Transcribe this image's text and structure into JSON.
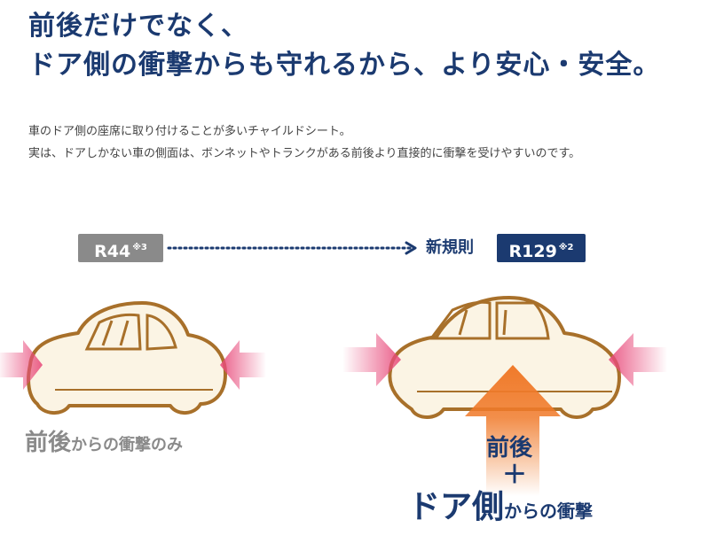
{
  "heading": {
    "line1": "前後だけでなく、",
    "line2": "ドア側の衝撃からも守れるから、より安心・安全。"
  },
  "lead": {
    "line1": "車のドア側の座席に取り付けることが多いチャイルドシート。",
    "line2": "実は、ドアしかない車の側面は、ボンネットやトランクがある前後より直接的に衝撃を受けやすいのです。"
  },
  "comparison": {
    "old_badge": "R44",
    "old_note": "※3",
    "new_label": "新規則",
    "new_badge": "R129",
    "new_note": "※2"
  },
  "left_caption": {
    "strong": "前後",
    "rest": "からの衝撃のみ"
  },
  "right_caption": {
    "front_back": "前後",
    "plus": "＋",
    "door_side": "ドア側",
    "rest": "からの衝撃"
  },
  "colors": {
    "navy": "#1b3a70",
    "gray": "#8a8a8a",
    "car_body": "#fbf4e4",
    "car_outline": "#a8702a",
    "impact_pink": "#e84c7c",
    "impact_orange": "#f07a2a"
  }
}
